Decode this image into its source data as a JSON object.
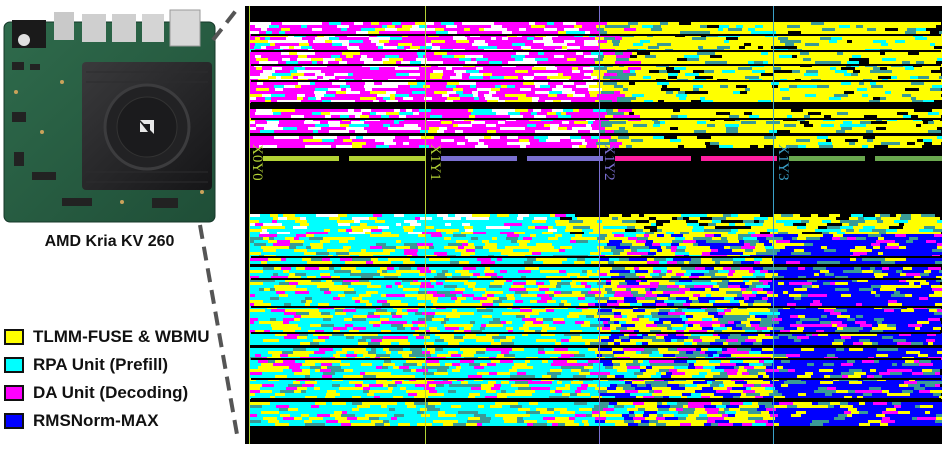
{
  "board": {
    "caption": "AMD Kria KV 260",
    "logo_icon": "amd-logo-icon"
  },
  "legend": [
    {
      "label": "TLMM-FUSE & WBMU",
      "color": "#ffff00"
    },
    {
      "label": "RPA Unit (Prefill)",
      "color": "#00ffff"
    },
    {
      "label": "DA Unit (Decoding)",
      "color": "#ff00ff"
    },
    {
      "label": "RMSNorm-MAX",
      "color": "#0000ff"
    }
  ],
  "clock_regions": [
    {
      "label": "X0Y0",
      "color": "#b3d335"
    },
    {
      "label": "X1Y1",
      "color": "#b3d335"
    },
    {
      "label": "X1Y2",
      "color": "#7a6fd1"
    },
    {
      "label": "X1Y3",
      "color": "#3aa0c8"
    }
  ],
  "colors": {
    "background": "#000000",
    "yellow": "#ffff00",
    "cyan": "#00ffff",
    "magenta": "#ff00ff",
    "blue": "#0000ff",
    "teal": "#3a9a96",
    "white": "#ffffff"
  }
}
